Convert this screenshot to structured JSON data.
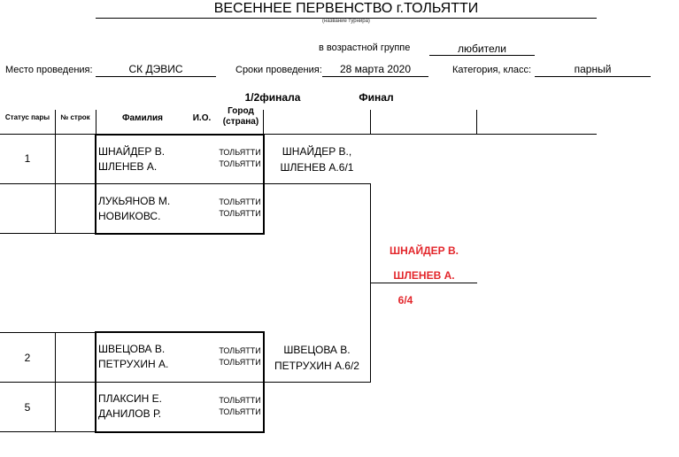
{
  "header": {
    "title": "ВЕСЕННЕЕ ПЕРВЕНСТВО г.ТОЛЬЯТТИ",
    "title_caption": "(название турнира)",
    "age_group_label": "в возрастной группе",
    "age_group_value": "любители",
    "venue_label": "Место проведения:",
    "venue_value": "СК ДЭВИС",
    "dates_label": "Сроки проведения:",
    "dates_value": "28 марта 2020",
    "category_label": "Категория, класс:",
    "category_value": "парный"
  },
  "columns": {
    "status": "Статус пары",
    "row_no": "№ строк",
    "surname": "Фамилия",
    "initials": "И.О.",
    "city": "Город (страна)",
    "semifinal": "1/2финала",
    "final": "Финал"
  },
  "pairs": [
    {
      "status": "1",
      "names": [
        "ШНАЙДЕР В.",
        "ШЛЕНЕВ А."
      ],
      "cities": [
        "ТОЛЬЯТТИ",
        "ТОЛЬЯТТИ"
      ]
    },
    {
      "status": "",
      "names": [
        "ЛУКЬЯНОВ М.",
        "НОВИКОВС."
      ],
      "cities": [
        "ТОЛЬЯТТИ",
        "ТОЛЬЯТТИ"
      ]
    },
    {
      "status": "2",
      "names": [
        "ШВЕЦОВА В.",
        "ПЕТРУХИН А."
      ],
      "cities": [
        "ТОЛЬЯТТИ",
        "ТОЛЬЯТТИ"
      ]
    },
    {
      "status": "5",
      "names": [
        "ПЛАКСИН Е.",
        "ДАНИЛОВ Р."
      ],
      "cities": [
        "ТОЛЬЯТТИ",
        "ТОЛЬЯТТИ"
      ]
    }
  ],
  "semifinal_results": [
    {
      "line1": "ШНАЙДЕР В.,",
      "line2": "ШЛЕНЕВ А.6/1"
    },
    {
      "line1": "ШВЕЦОВА В.",
      "line2": "ПЕТРУХИН А.6/2"
    }
  ],
  "final_result": {
    "line1": "ШНАЙДЕР В.",
    "line2": "ШЛЕНЕВ А.",
    "score": "6/4",
    "color": "#e3262b"
  }
}
